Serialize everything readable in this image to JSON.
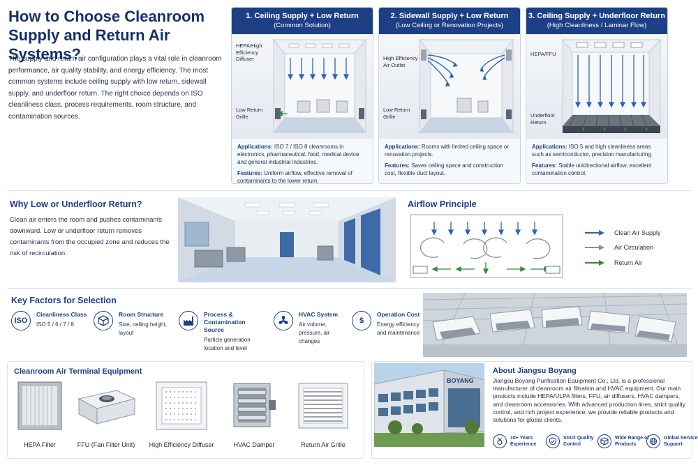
{
  "header": {
    "title_line1": "How to Choose Cleanroom",
    "title_line2": "Supply and Return Air Systems?",
    "intro": "The supply and return air configuration plays a vital role in cleanroom performance, air quality stability, and energy efficiency. The most common systems include ceiling supply with low return, sidewall supply, and underfloor return. The right choice depends on ISO cleanliness class, process requirements, room structure, and contamination sources."
  },
  "systems": [
    {
      "title": "1. Ceiling Supply + Low Return",
      "subtitle": "(Common Solution)",
      "labels": {
        "top": "HEPA/High Efficiency Diffuser",
        "bottom": "Low Return Grille"
      },
      "applications_label": "Applications:",
      "applications": "ISO 7 / ISO 8 cleanrooms in electronics, pharmaceutical, food, medical device and general industrial industries.",
      "features_label": "Features:",
      "features": "Uniform airflow, effective removal of contaminants to the lower return."
    },
    {
      "title": "2. Sidewall Supply + Low Return",
      "subtitle": "(Low Ceiling or Renovation Projects)",
      "labels": {
        "top": "High Efficiency Air Outlet",
        "bottom": "Low Return Grille"
      },
      "applications_label": "Applications:",
      "applications": "Rooms with limited ceiling space or renovation projects.",
      "features_label": "Features:",
      "features": "Saves ceiling space and construction cost, flexible duct layout."
    },
    {
      "title": "3. Ceiling Supply + Underfloor Return",
      "subtitle": "(High Cleanliness / Laminar Flow)",
      "labels": {
        "top": "HEPA/FFU",
        "bottom": "Underfloor Return"
      },
      "applications_label": "Applications:",
      "applications": "ISO 5 and high cleanliness areas such as semiconductor, precision manufacturing.",
      "features_label": "Features:",
      "features": "Stable unidirectional airflow, excellent contamination control."
    }
  ],
  "why": {
    "title": "Why Low or Underfloor Return?",
    "text": "Clean air enters the room and pushes contaminants downward. Low or underfloor return removes contaminants from the occupied zone and reduces the risk of recirculation."
  },
  "airflow": {
    "title": "Airflow Principle",
    "legend": [
      {
        "label": "Clean Air Supply",
        "color": "#2a63b8"
      },
      {
        "label": "Air Circulation",
        "color": "#8a9099"
      },
      {
        "label": "Return Air",
        "color": "#2e8b3a"
      }
    ]
  },
  "factors": {
    "title": "Key Factors for Selection",
    "items": [
      {
        "icon": "iso-icon",
        "icon_text": "ISO",
        "title": "Cleanliness Class",
        "desc": "ISO 5 / 6 / 7 / 8"
      },
      {
        "icon": "cube-icon",
        "icon_text": "",
        "title": "Room Structure",
        "desc": "Size, ceiling height, layout"
      },
      {
        "icon": "factory-icon",
        "icon_text": "",
        "title": "Process & Contamination Source",
        "desc": "Particle generation location and level"
      },
      {
        "icon": "fan-icon",
        "icon_text": "",
        "title": "HVAC System",
        "desc": "Air volume, pressure, air changes"
      },
      {
        "icon": "dollar-icon",
        "icon_text": "$",
        "title": "Operation Cost",
        "desc": "Energy efficiency and maintenance"
      }
    ]
  },
  "equipment": {
    "title": "Cleanroom Air Terminal Equipment",
    "items": [
      {
        "name": "HEPA Filter"
      },
      {
        "name": "FFU (Fan Filter Unit)"
      },
      {
        "name": "High Efficiency Diffuser"
      },
      {
        "name": "HVAC Damper"
      },
      {
        "name": "Return Air Grille"
      }
    ]
  },
  "about": {
    "title": "About Jiangsu Boyang",
    "building_sign": "BOYANG",
    "text": "Jiangsu Boyang Purification Equipment Co., Ltd. is a professional manufacturer of cleanroom air filtration and HVAC equipment. Our main products include HEPA/ULPA filters, FFU, air diffusers, HVAC dampers, and cleanroom accessories. With advanced production lines, strict quality control, and rich project experience, we provide reliable products and solutions for global clients.",
    "badges": [
      {
        "icon": "medal-icon",
        "line1": "10+ Years",
        "line2": "Experience"
      },
      {
        "icon": "shield-check-icon",
        "line1": "Strict Quality",
        "line2": "Control"
      },
      {
        "icon": "box-icon",
        "line1": "Wide Range of",
        "line2": "Products"
      },
      {
        "icon": "globe-icon",
        "line1": "Global Service",
        "line2": "Support"
      }
    ]
  },
  "colors": {
    "primary": "#1d3f86",
    "supply": "#2a63b8",
    "circulation": "#8a9099",
    "return": "#2e8b3a"
  }
}
